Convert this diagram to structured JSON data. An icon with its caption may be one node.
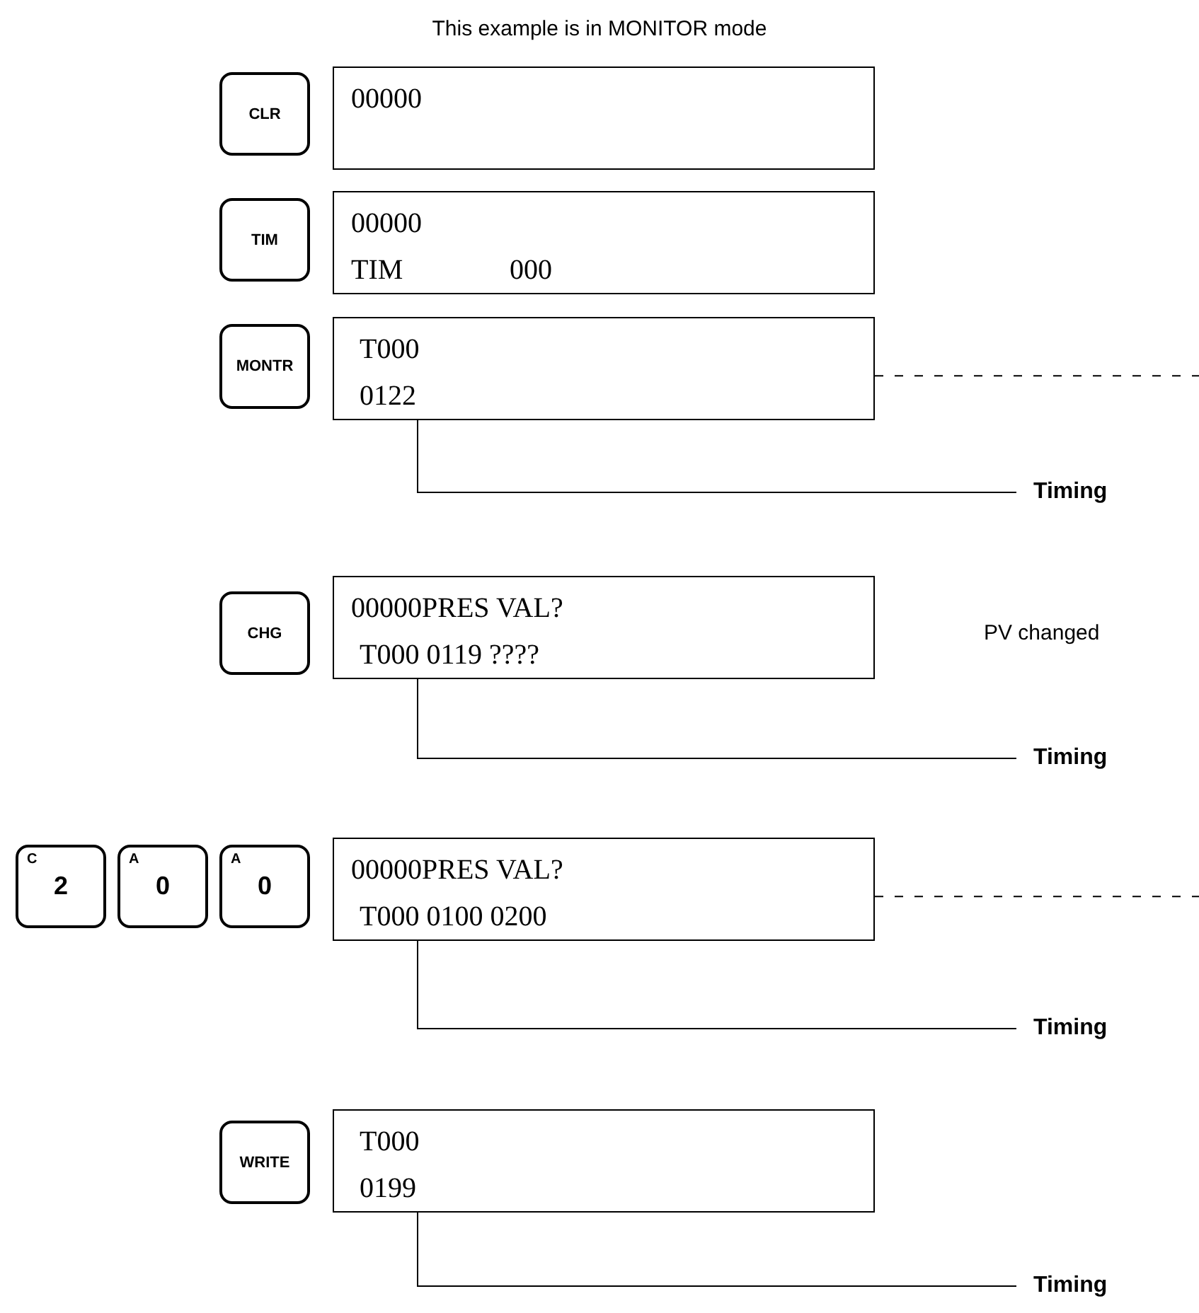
{
  "diagram": {
    "title": "This example is in MONITOR mode",
    "nodes": [
      {
        "text": [
          "CLR"
        ]
      },
      {
        "text": [
          "00000"
        ]
      },
      {
        "text": [
          "TIM"
        ]
      },
      {
        "text": [
          "00000",
          "TIM",
          "000"
        ]
      },
      {
        "text": [
          "MONTR"
        ]
      },
      {
        "text": [
          "T000",
          "0122"
        ]
      },
      {
        "text": [
          "Timing"
        ]
      },
      {
        "text": [
          "CHG"
        ]
      },
      {
        "text": [
          "00000PRES VAL?",
          "T000 0119 ????"
        ]
      },
      {
        "text": [
          "Timing"
        ]
      },
      {
        "text": [
          "C",
          "2"
        ]
      },
      {
        "text": [
          "A",
          "0"
        ]
      },
      {
        "text": [
          "A",
          "0"
        ]
      },
      {
        "text": [
          "00000PRES VAL?",
          "T000 0100 0200"
        ]
      },
      {
        "text": [
          "Timing"
        ]
      },
      {
        "text": [
          "WRITE"
        ]
      },
      {
        "text": [
          "T000",
          "0199"
        ]
      },
      {
        "text": [
          "Timing"
        ]
      }
    ],
    "edges": [
      {
        "from": 5,
        "to": null,
        "arrow": "none",
        "style": "dashed"
      },
      {
        "from": 6,
        "to": 5,
        "arrow": "none"
      },
      {
        "from": 9,
        "to": 8,
        "arrow": "none"
      },
      {
        "from": 13,
        "to": null,
        "arrow": "none",
        "style": "dashed"
      },
      {
        "from": 14,
        "to": 13,
        "arrow": "none"
      },
      {
        "from": 17,
        "to": 16,
        "arrow": "none"
      }
    ],
    "labels": [
      "PV changed"
    ]
  }
}
